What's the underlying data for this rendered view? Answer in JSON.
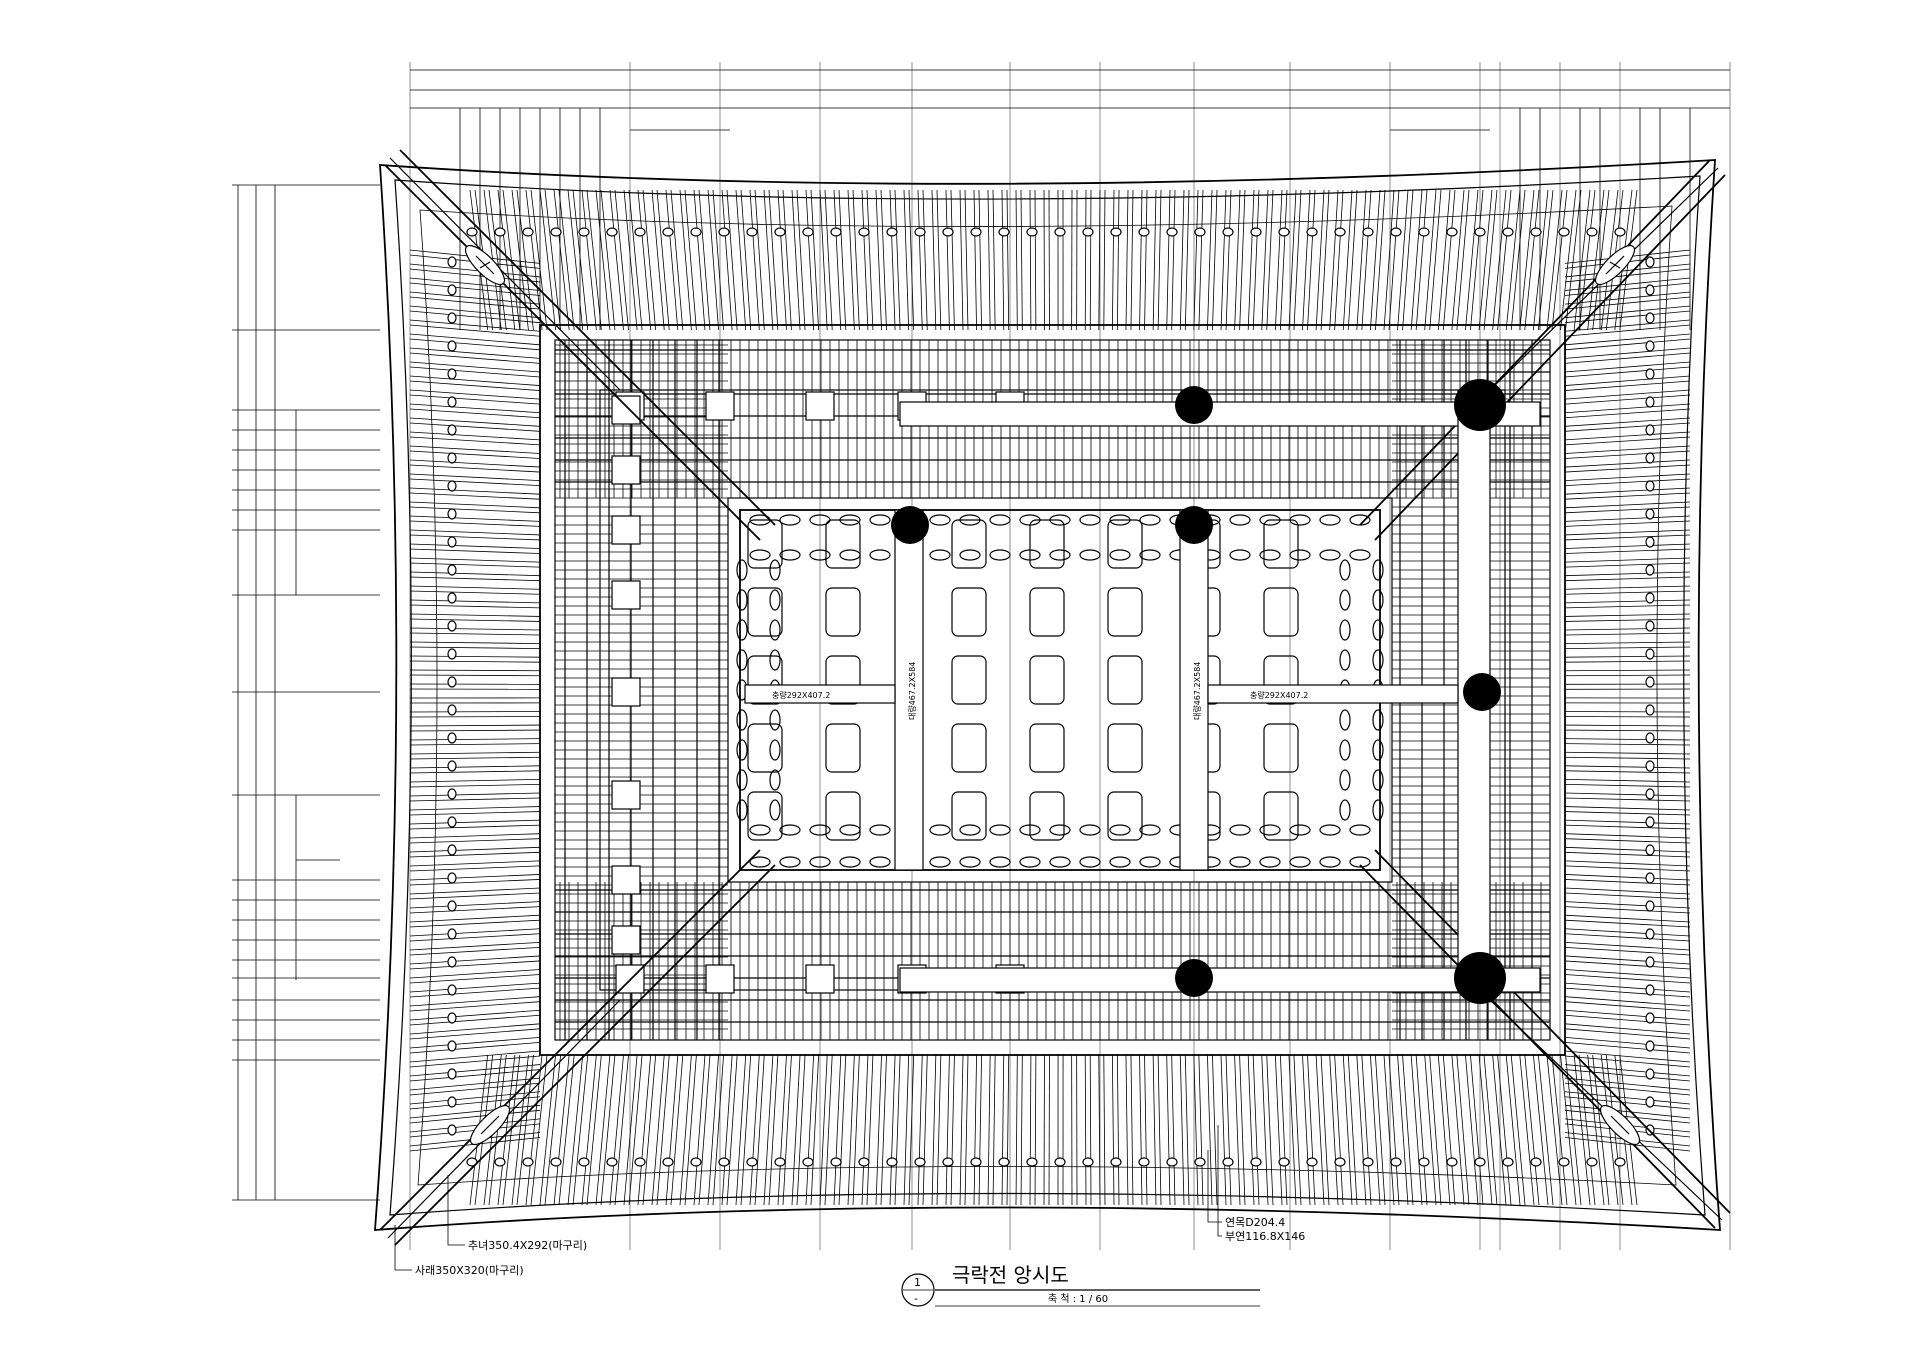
{
  "title": "극락전 앙시도",
  "scale": "축 척 : 1 / 60",
  "detail_number": "1",
  "detail_sub": "-",
  "annotations": {
    "chunyeo": "추녀350.4X292(마구리)",
    "sarae": "사래350X320(마구리)",
    "yeonmok": "연목D204.4",
    "buyeon": "부연116.8X146",
    "beam_left": "충량292X407.2",
    "beam_right": "충량292X407.2",
    "daeryang_left": "대량467.2X584",
    "daeryang_right": "대량467.2X584"
  }
}
